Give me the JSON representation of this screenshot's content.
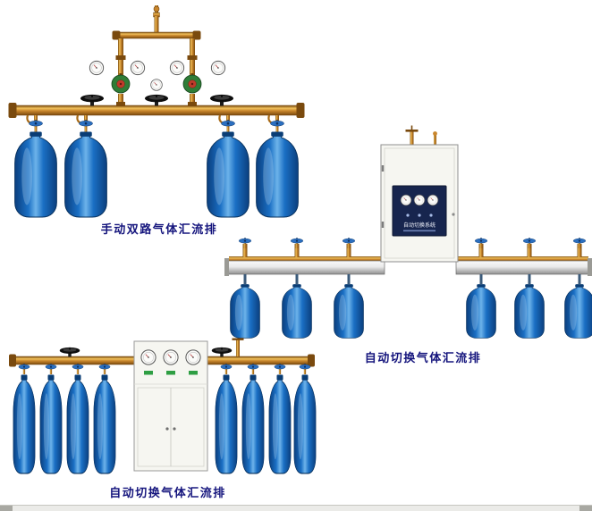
{
  "colors": {
    "cylinder_dark": "#0b3f7e",
    "cylinder_mid": "#1a6fc4",
    "cylinder_light": "#6db3ea",
    "brass_dark": "#7a4a0e",
    "brass_mid": "#c9862c",
    "brass_light": "#f0c05a",
    "handwheel_blue": "#2b6fc0",
    "regulator_green": "#2f7d37",
    "regulator_red": "#c03a2b",
    "panel_navy": "#17254e",
    "cabinet_fill": "#f6f6f1",
    "rail_light": "#e8e8e8",
    "rail_dark": "#8e8e8e",
    "caption_text": "#15157d"
  },
  "figures": [
    {
      "caption": "手动双路气体汇流排"
    },
    {
      "caption": "自动切换气体汇流排",
      "cabinet_label": "自动切换系统"
    },
    {
      "caption": "自动切换气体汇流排"
    }
  ]
}
